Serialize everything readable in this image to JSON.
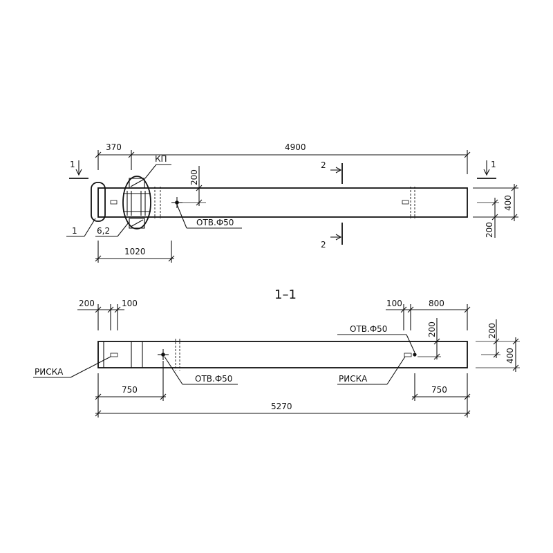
{
  "plan": {
    "section_mark_left": "1",
    "section_mark_right": "1",
    "section2_top": "2",
    "section2_bottom": "2",
    "dim_370": "370",
    "dim_4900": "4900",
    "dim_1020": "1020",
    "dim_200_top": "200",
    "dim_400_right": "400",
    "dim_200_right": "200",
    "label_kp": "КП",
    "label_1": "1",
    "label_62": "6,2",
    "hole_label": "ОТВ.Ф50"
  },
  "section_view": {
    "title": "1–1",
    "dim_200": "200",
    "dim_100_left": "100",
    "dim_100_right": "100",
    "dim_800": "800",
    "dim_200_vert": "200",
    "dim_200_right": "200",
    "dim_400_right": "400",
    "dim_750_left": "750",
    "dim_750_right": "750",
    "dim_5270": "5270",
    "hole_label_left": "ОТВ.Ф50",
    "hole_label_right": "ОТВ.Ф50",
    "risk_left": "РИСКА",
    "risk_right": "РИСКА"
  }
}
